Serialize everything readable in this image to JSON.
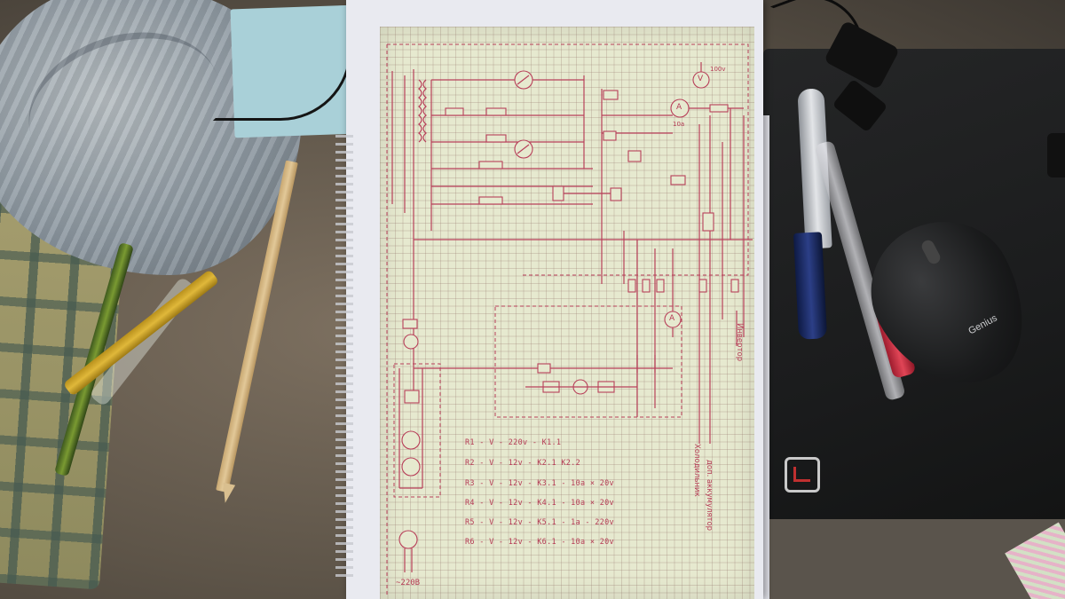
{
  "photo": {
    "legend": [
      "R1 - V - 220v - K1.1",
      "R2 - V - 12v - K2.1 K2.2",
      "R3 - V - 12v - K3.1 - 10a × 20v",
      "R4 - V - 12v - K4.1 - 10a × 20v",
      "R5 - V - 12v - K5.1 - 1a - 220v",
      "R6 - V - 12v - K6.1 - 10a × 20v"
    ],
    "labels": {
      "fridge": "Холодильник",
      "battery": "доп. аккумулятор",
      "inverter": "Инвертор",
      "mains": "~220В",
      "meter_v": "V",
      "meter_a": "A",
      "v_rating": "100v",
      "a_rating": "10a",
      "mouse_brand": "Genius"
    }
  }
}
